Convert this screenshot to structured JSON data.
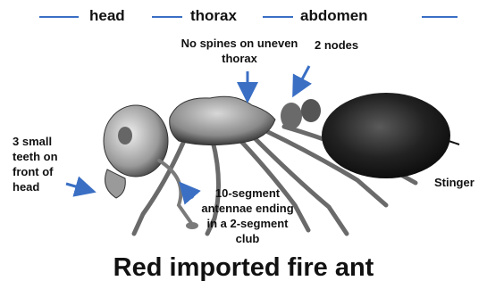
{
  "diagram": {
    "title": "Red imported fire ant",
    "segments": {
      "head": "head",
      "thorax": "thorax",
      "abdomen": "abdomen"
    },
    "labels": {
      "spines": "No spines on uneven thorax",
      "nodes": "2 nodes",
      "teeth": "3 small teeth on front of head",
      "antennae": "10-segment antennae ending in a 2-segment club",
      "stinger": "Stinger"
    },
    "colors": {
      "arrow": "#3a6fc4",
      "ant_body": "#2a2a2a",
      "text": "#111111"
    }
  }
}
